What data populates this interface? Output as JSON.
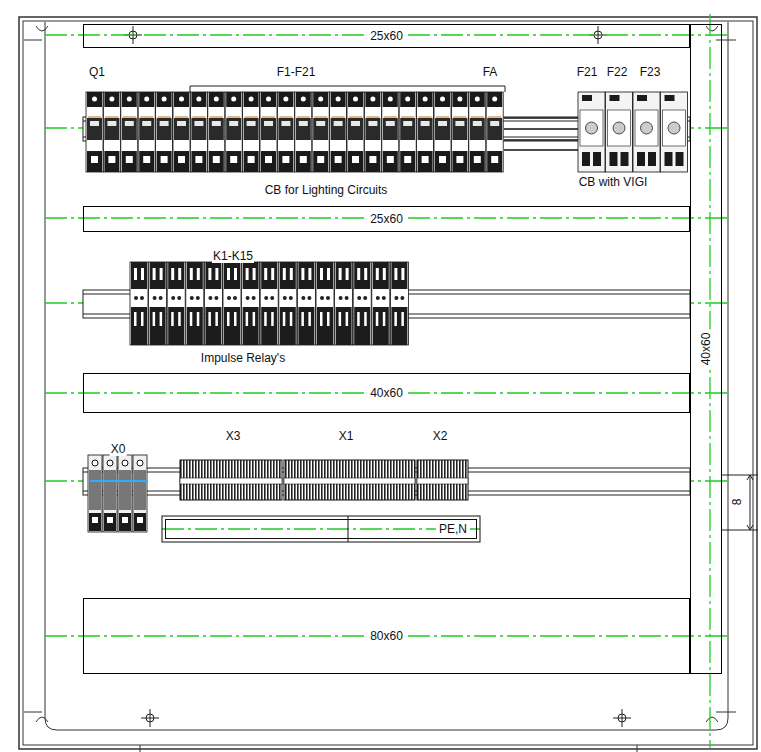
{
  "diagram": {
    "nodes": [
      {
        "text": [
          "25x60"
        ]
      },
      {
        "text": [
          "25x60"
        ]
      },
      {
        "text": [
          "40x60"
        ]
      },
      {
        "text": [
          "40x60"
        ]
      },
      {
        "text": [
          "PE,N"
        ]
      },
      {
        "text": [
          "80x60"
        ]
      }
    ],
    "labels": [
      "Q1",
      "F1-F21",
      "FA",
      "F21",
      "F22",
      "F23",
      "CB for Lighting Circuits",
      "CB with VIGI",
      "K1-K15",
      "Impulse Relay's",
      "X0",
      "X3",
      "X1",
      "X2",
      "8"
    ]
  }
}
